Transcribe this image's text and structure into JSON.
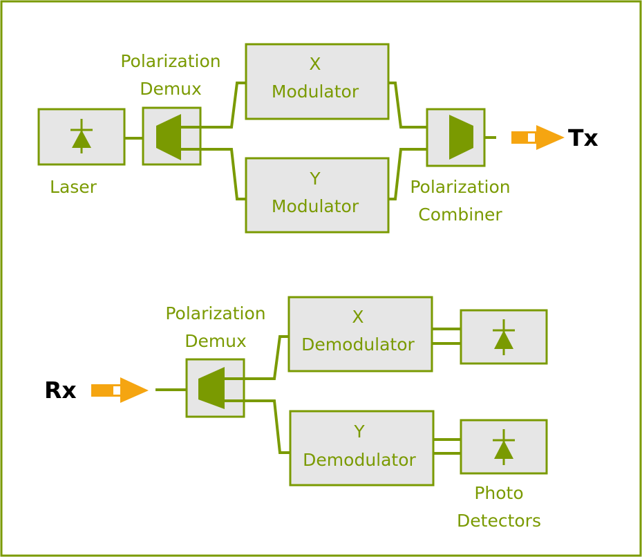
{
  "colors": {
    "green": "#7a9a01",
    "box_fill": "#e6e6e6",
    "box_stroke": "#7a9a01",
    "arrow": "#f5a511",
    "text_dark": "#000000"
  },
  "tx": {
    "laser_label": "Laser",
    "demux_label": [
      "Polarization",
      "Demux"
    ],
    "x_mod_label": [
      "X",
      "Modulator"
    ],
    "y_mod_label": [
      "Y",
      "Modulator"
    ],
    "combiner_label": [
      "Polarization",
      "Combiner"
    ],
    "tx_label": "Tx"
  },
  "rx": {
    "rx_label": "Rx",
    "demux_label": [
      "Polarization",
      "Demux"
    ],
    "x_demod_label": [
      "X",
      "Demodulator"
    ],
    "y_demod_label": [
      "Y",
      "Demodulator"
    ],
    "detectors_label": [
      "Photo",
      "Detectors"
    ]
  }
}
